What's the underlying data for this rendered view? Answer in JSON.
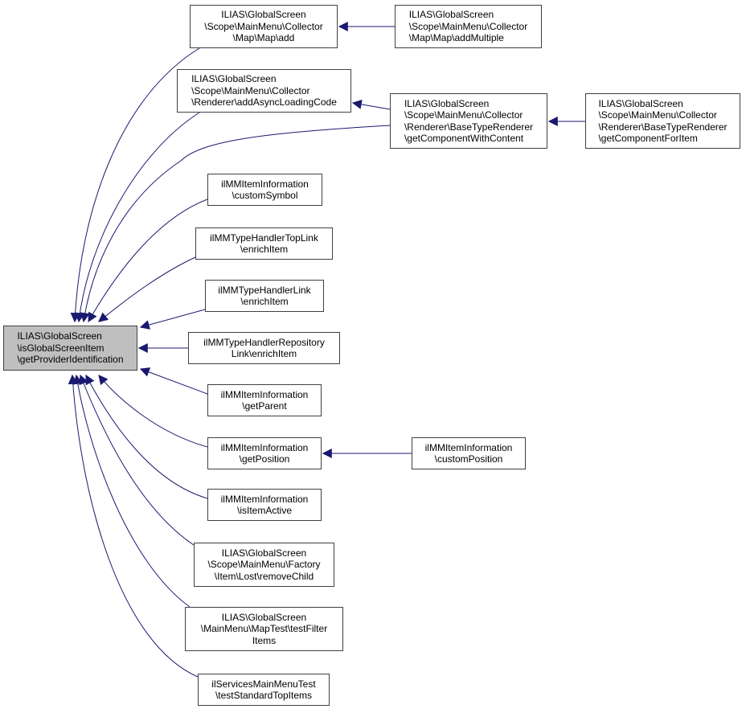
{
  "diagram": {
    "title": "Caller graph of ILIAS\\GlobalScreen\\isGlobalScreenItem\\getProviderIdentification",
    "edge_color": "#191970",
    "focus_fill": "#bfbfbf",
    "nodes": [
      {
        "id": "root",
        "label": "ILIAS\\GlobalScreen\n\\isGlobalScreenItem\n\\getProviderIdentification",
        "focus": true
      },
      {
        "id": "map_add",
        "label": "ILIAS\\GlobalScreen\n\\Scope\\MainMenu\\Collector\n\\Map\\Map\\add"
      },
      {
        "id": "map_addmultiple",
        "label": "ILIAS\\GlobalScreen\n\\Scope\\MainMenu\\Collector\n\\Map\\Map\\addMultiple"
      },
      {
        "id": "renderer_async",
        "label": "ILIAS\\GlobalScreen\n\\Scope\\MainMenu\\Collector\n\\Renderer\\addAsyncLoadingCode"
      },
      {
        "id": "btr_withcontent",
        "label": "ILIAS\\GlobalScreen\n\\Scope\\MainMenu\\Collector\n\\Renderer\\BaseTypeRenderer\n\\getComponentWithContent"
      },
      {
        "id": "btr_foritem",
        "label": "ILIAS\\GlobalScreen\n\\Scope\\MainMenu\\Collector\n\\Renderer\\BaseTypeRenderer\n\\getComponentForItem"
      },
      {
        "id": "custom_symbol",
        "label": "ilMMItemInformation\n\\customSymbol"
      },
      {
        "id": "toplink_enrich",
        "label": "ilMMTypeHandlerTopLink\n\\enrichItem"
      },
      {
        "id": "link_enrich",
        "label": "ilMMTypeHandlerLink\n\\enrichItem"
      },
      {
        "id": "repo_enrich",
        "label": "ilMMTypeHandlerRepository\nLink\\enrichItem"
      },
      {
        "id": "get_parent",
        "label": "ilMMItemInformation\n\\getParent"
      },
      {
        "id": "get_position",
        "label": "ilMMItemInformation\n\\getPosition"
      },
      {
        "id": "custom_position",
        "label": "ilMMItemInformation\n\\customPosition"
      },
      {
        "id": "is_item_active",
        "label": "ilMMItemInformation\n\\isItemActive"
      },
      {
        "id": "lost_removechild",
        "label": "ILIAS\\GlobalScreen\n\\Scope\\MainMenu\\Factory\n\\Item\\Lost\\removeChild"
      },
      {
        "id": "maptest_filter",
        "label": "ILIAS\\GlobalScreen\n\\MainMenu\\MapTest\\testFilter\nItems"
      },
      {
        "id": "services_test",
        "label": "ilServicesMainMenuTest\n\\testStandardTopItems"
      }
    ],
    "edges": [
      {
        "from": "map_add",
        "to": "root"
      },
      {
        "from": "map_addmultiple",
        "to": "map_add"
      },
      {
        "from": "renderer_async",
        "to": "root"
      },
      {
        "from": "btr_withcontent",
        "to": "renderer_async"
      },
      {
        "from": "btr_withcontent",
        "to": "root"
      },
      {
        "from": "btr_foritem",
        "to": "btr_withcontent"
      },
      {
        "from": "custom_symbol",
        "to": "root"
      },
      {
        "from": "toplink_enrich",
        "to": "root"
      },
      {
        "from": "link_enrich",
        "to": "root"
      },
      {
        "from": "repo_enrich",
        "to": "root"
      },
      {
        "from": "get_parent",
        "to": "root"
      },
      {
        "from": "get_position",
        "to": "root"
      },
      {
        "from": "custom_position",
        "to": "get_position"
      },
      {
        "from": "is_item_active",
        "to": "root"
      },
      {
        "from": "lost_removechild",
        "to": "root"
      },
      {
        "from": "maptest_filter",
        "to": "root"
      },
      {
        "from": "services_test",
        "to": "root"
      }
    ]
  }
}
